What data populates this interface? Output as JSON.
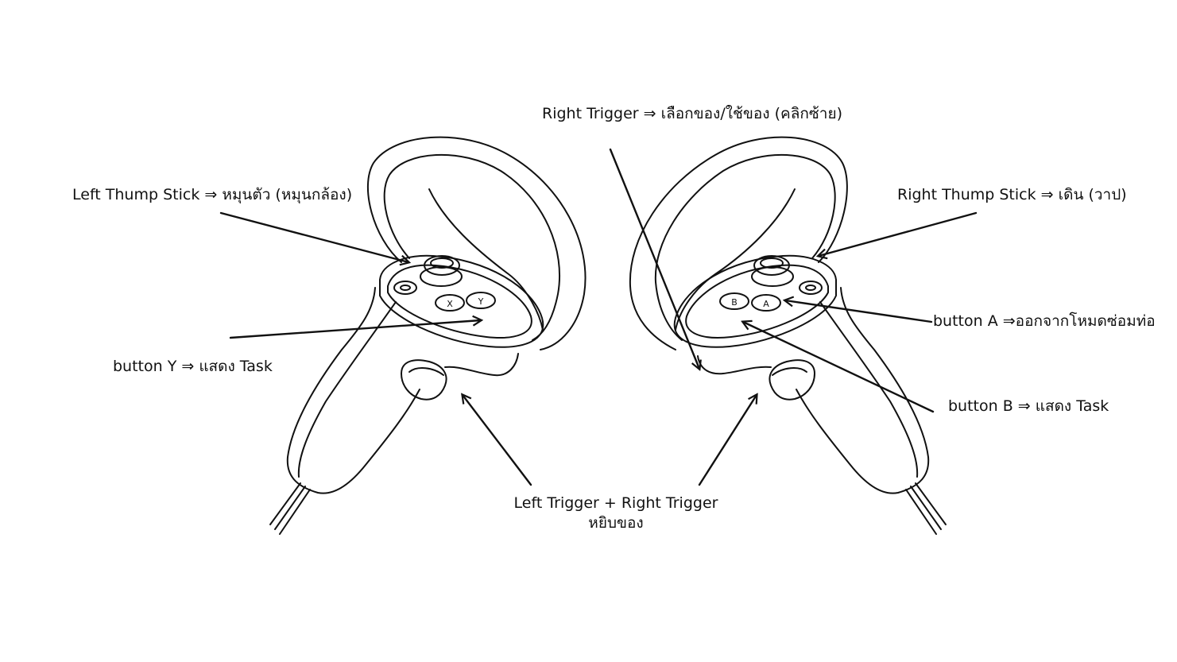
{
  "labels": {
    "right_trigger": "Right Trigger ⇒ เลือกของ/ใช้ของ (คลิกซ้าย)",
    "left_thumbstick": "Left Thump Stick ⇒ หมุนตัว (หมุนกล้อง)",
    "right_thumbstick": "Right Thump Stick ⇒ เดิน (วาป)",
    "button_a": "button A ⇒ออกจากโหมดซ่อมท่อ",
    "button_y": "button Y ⇒ แสดง Task",
    "button_b": "button B ⇒ แสดง Task",
    "grip_line1": "Left Trigger + Right Trigger",
    "grip_line2": "หยิบของ"
  },
  "controller_buttons": {
    "left": [
      "X",
      "Y"
    ],
    "right": [
      "B",
      "A"
    ]
  },
  "colors": {
    "ink": "#111111",
    "background": "#ffffff"
  }
}
